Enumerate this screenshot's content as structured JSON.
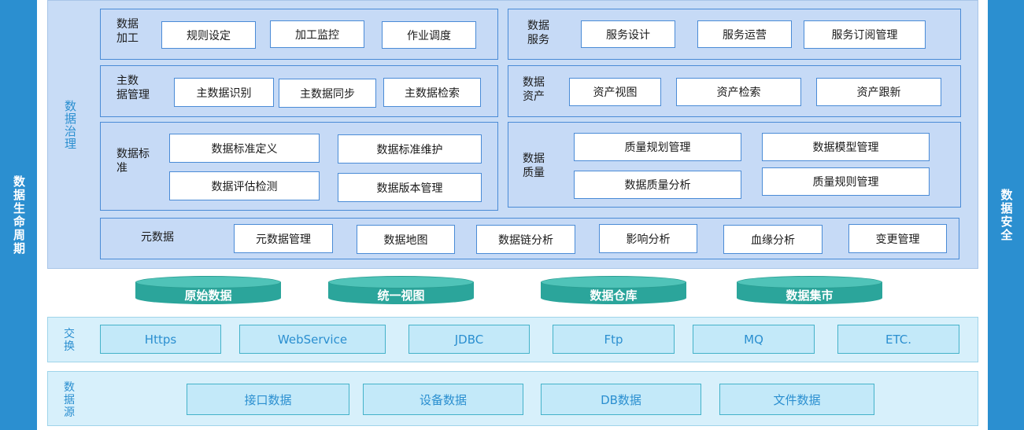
{
  "side": {
    "left": "数据生命周期",
    "right": "数据安全"
  },
  "governance": {
    "title": "数据治理",
    "groups": {
      "processing": {
        "title": "数据\n加工",
        "items": [
          "规则设定",
          "加工监控",
          "作业调度"
        ]
      },
      "service": {
        "title": "数据\n服务",
        "items": [
          "服务设计",
          "服务运营",
          "服务订阅管理"
        ]
      },
      "master": {
        "title": "主数\n据管理",
        "items": [
          "主数据识别",
          "主数据同步",
          "主数据检索"
        ]
      },
      "assets": {
        "title": "数据\n资产",
        "items": [
          "资产视图",
          "资产检索",
          "资产跟新"
        ]
      },
      "standard": {
        "title": "数据标\n准",
        "items": [
          "数据标准定义",
          "数据标准维护",
          "数据评估检测",
          "数据版本管理"
        ]
      },
      "quality": {
        "title": "数据\n质量",
        "items": [
          "质量规划管理",
          "数据模型管理",
          "数据质量分析",
          "质量规则管理"
        ]
      },
      "metadata": {
        "title": "元数据",
        "items": [
          "元数据管理",
          "数据地图",
          "数据链分析",
          "影响分析",
          "血缘分析",
          "变更管理"
        ]
      }
    }
  },
  "storage": [
    "原始数据",
    "统一视图",
    "数据仓库",
    "数据集市"
  ],
  "exchange": {
    "title": "交\n换",
    "items": [
      "Https",
      "WebService",
      "JDBC",
      "Ftp",
      "MQ",
      "ETC."
    ]
  },
  "sources": {
    "title": "数\n据\n源",
    "items": [
      "接口数据",
      "设备数据",
      "DB数据",
      "文件数据"
    ]
  }
}
